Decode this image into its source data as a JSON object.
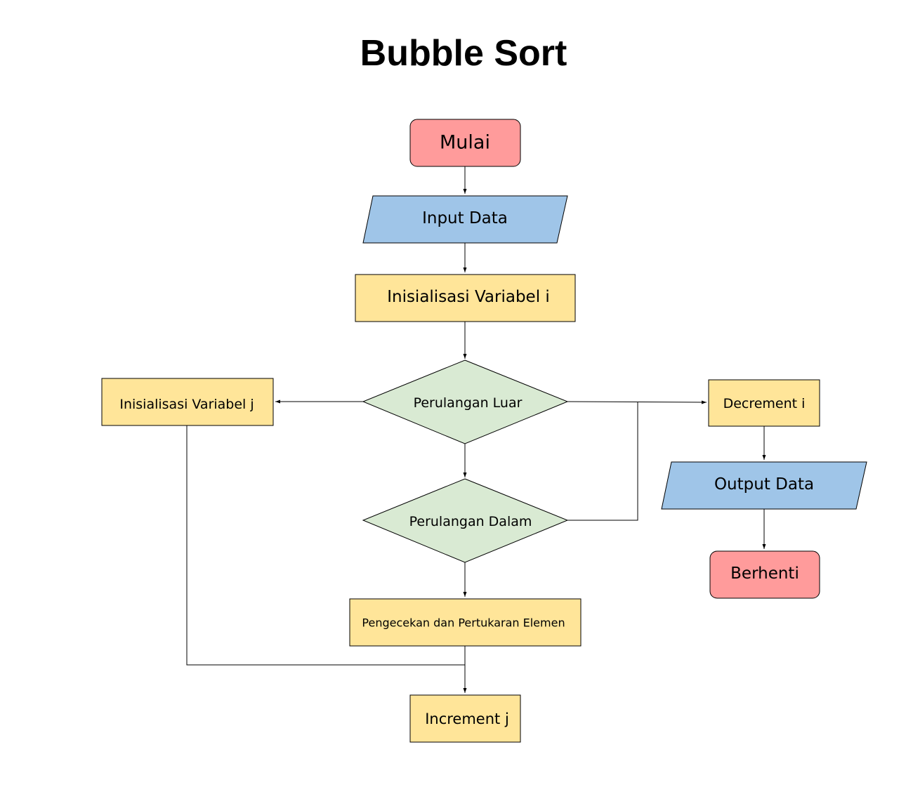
{
  "title": "Bubble Sort",
  "colors": {
    "terminal": "#ff9b9b",
    "io": "#9fc5e8",
    "process": "#ffe599",
    "decision": "#d9ead3",
    "line": "#000000"
  },
  "nodes": {
    "mulai": "Mulai",
    "input_data": "Input Data",
    "init_i": "Inisialisasi Variabel i",
    "outer_loop": "Perulangan Luar",
    "init_j": "Inisialisasi Variabel j",
    "decrement_i": "Decrement i",
    "inner_loop": "Perulangan Dalam",
    "output_data": "Output Data",
    "berhenti": "Berhenti",
    "check_swap": "Pengecekan dan Pertukaran Elemen",
    "increment_j": "Increment j"
  }
}
